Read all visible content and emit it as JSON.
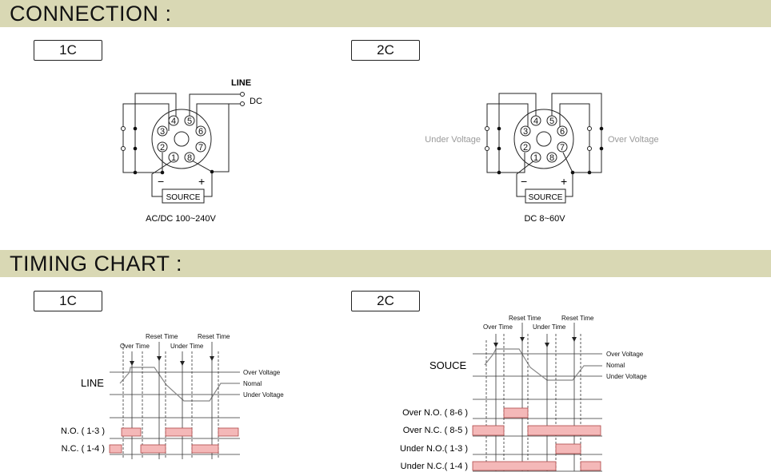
{
  "connection": {
    "title": "CONNECTION :",
    "panel_1c": {
      "tag": "1C",
      "line_label": "LINE",
      "dc_label": "DC",
      "pins": [
        "1",
        "2",
        "3",
        "4",
        "5",
        "6",
        "7",
        "8"
      ],
      "source_label": "SOURCE",
      "minus": "−",
      "plus": "+",
      "caption": "AC/DC 100~240V"
    },
    "panel_2c": {
      "tag": "2C",
      "under_voltage": "Under Voltage",
      "over_voltage": "Over Voltage",
      "pins": [
        "1",
        "2",
        "3",
        "4",
        "5",
        "6",
        "7",
        "8"
      ],
      "source_label": "SOURCE",
      "minus": "−",
      "plus": "+",
      "caption": "DC 8~60V"
    }
  },
  "timing": {
    "title": "TIMING CHART :",
    "chart_1c": {
      "tag": "1C",
      "over_time": "Over Time",
      "reset_time_1": "Reset Time",
      "under_time": "Under Time",
      "reset_time_2": "Reset Time",
      "signal_label": "LINE",
      "level_over": "Over Voltage",
      "level_normal": "Nomal",
      "level_under": "Under Voltage",
      "row_1": "N.O. ( 1-3 )",
      "row_2": "N.C. ( 1-4 )"
    },
    "chart_2c": {
      "tag": "2C",
      "reset_time_1": "Reset Time",
      "reset_time_2": "Reset Time",
      "over_time": "Over Time",
      "under_time": "Under Time",
      "signal_label": "SOUCE",
      "level_over": "Over Voltage",
      "level_normal": "Nomal",
      "level_under": "Under Voltage",
      "row_1": "Over N.O. ( 8-6 )",
      "row_2": "Over N.C. ( 8-5 )",
      "row_3": "Under N.O.( 1-3 )",
      "row_4": "Under N.C.( 1-4 )"
    }
  },
  "colors": {
    "section_bar": "#d9d8b4",
    "pulse_fill": "#f4b8b8",
    "pulse_stroke": "#b04848",
    "gray_text": "#9a9a9a"
  }
}
